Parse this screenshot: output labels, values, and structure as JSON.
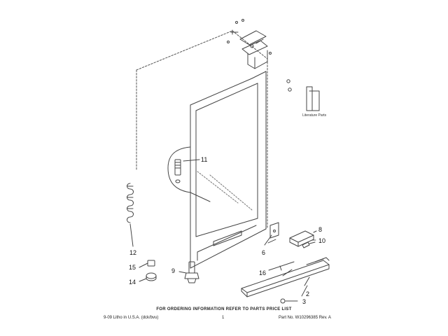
{
  "callouts": {
    "c11": "11",
    "c12": "12",
    "c15": "15",
    "c14": "14",
    "c9": "9",
    "c8": "8",
    "c10": "10",
    "c6": "6",
    "c16": "16",
    "c2": "2",
    "c3": "3"
  },
  "literature_label": "Literature Parts",
  "footer": {
    "order_note": "FOR ORDERING INFORMATION REFER TO PARTS PRICE LIST",
    "litho": "9-09 Litho in U.S.A. (dck/bvu)",
    "page": "1",
    "part_number": "Part No. W10296385 Rev. A"
  }
}
